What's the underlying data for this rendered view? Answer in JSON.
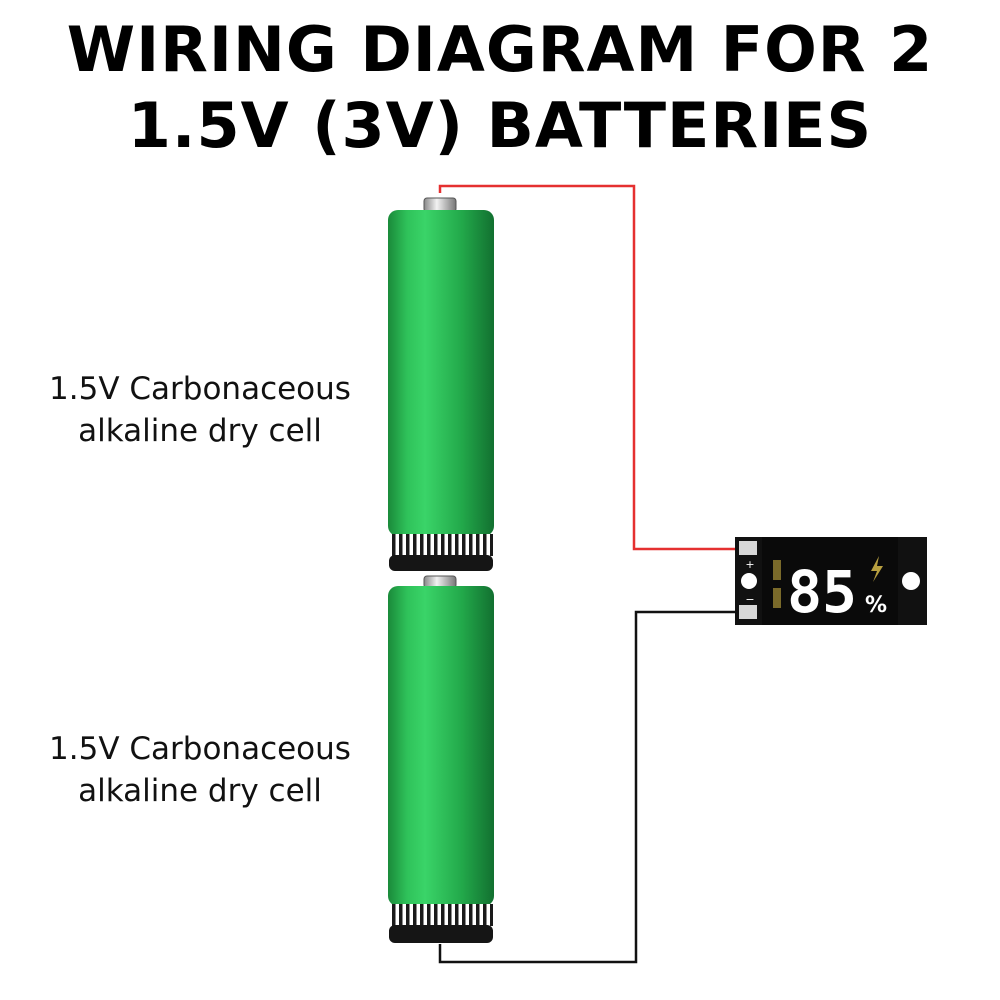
{
  "title": {
    "line1": "WIRING DIAGRAM FOR 2",
    "line2": "1.5V (3V) BATTERIES"
  },
  "batteries": [
    {
      "label_line1": "1.5V Carbonaceous",
      "label_line2": "alkaline dry cell"
    },
    {
      "label_line1": "1.5V Carbonaceous",
      "label_line2": "alkaline dry cell"
    }
  ],
  "module": {
    "display_digits": "85",
    "percent_symbol": "%",
    "plus_mark": "+",
    "minus_mark": "−",
    "display_color": "#ffffff",
    "bolt_color": "#b8a040"
  },
  "wires": {
    "positive_color": "#e53030",
    "negative_color": "#111111"
  },
  "battery_color": "#22a84a"
}
